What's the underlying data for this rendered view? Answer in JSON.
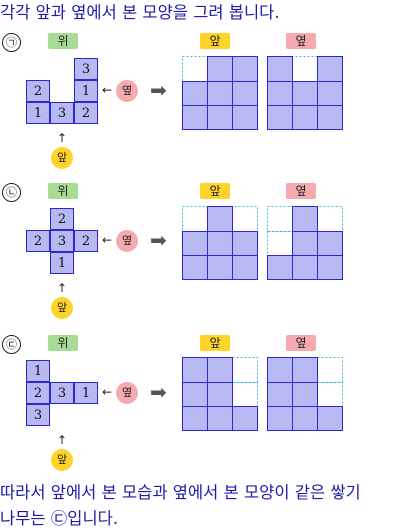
{
  "intro": "각각 앞과 옆에서 본 모양을 그려 봅니다.",
  "conclusion_line1": "따라서 앞에서 본 모습과 옆에서 본 모양이 같은 쌓기",
  "conclusion_line2": "나무는 ㉢입니다.",
  "labels": {
    "top": "위",
    "front": "앞",
    "side": "옆"
  },
  "arrows": {
    "small_left": "←",
    "small_up": "↑",
    "big_right": "➡"
  },
  "colors": {
    "cell_fill": "#b8b8f2",
    "cell_border": "#2a2acc",
    "dashed": "#3ab8d8",
    "top_tag": "#a8dc94",
    "front_tag": "#fed42c",
    "side_tag": "#f5aab0"
  },
  "problems": [
    {
      "marker": "㉠",
      "top_view": [
        [
          "",
          "",
          "3"
        ],
        [
          "2",
          "",
          "1"
        ],
        [
          "1",
          "3",
          "2"
        ]
      ],
      "front_view_heights": [
        2,
        3,
        3
      ],
      "side_view_heights": [
        3,
        2,
        3
      ]
    },
    {
      "marker": "㉡",
      "top_view": [
        [
          "",
          "2",
          ""
        ],
        [
          "2",
          "3",
          "2"
        ],
        [
          "",
          "1",
          ""
        ]
      ],
      "front_view_heights": [
        2,
        3,
        2
      ],
      "side_view_heights": [
        1,
        3,
        2
      ]
    },
    {
      "marker": "㉢",
      "top_view": [
        [
          "1",
          "",
          ""
        ],
        [
          "2",
          "3",
          "1"
        ],
        [
          "3",
          "",
          ""
        ]
      ],
      "front_view_heights": [
        3,
        3,
        1
      ],
      "side_view_heights": [
        3,
        3,
        1
      ]
    }
  ]
}
